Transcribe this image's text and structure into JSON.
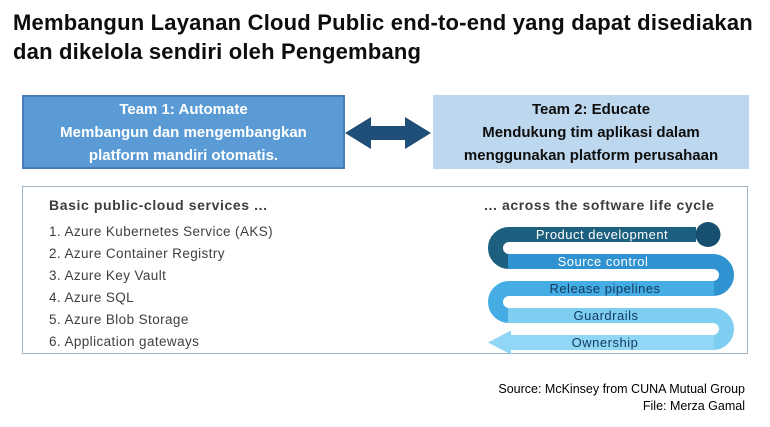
{
  "title": {
    "line1": "Membangun Layanan Cloud Public end-to-end yang dapat disediakan",
    "line2": "dan dikelola sendiri oleh Pengembang"
  },
  "teams": {
    "team1": {
      "heading": "Team 1: Automate",
      "body_line1": "Membangun dan mengembangkan",
      "body_line2": "platform mandiri otomatis."
    },
    "team2": {
      "heading": "Team 2: Educate",
      "body_line1": "Mendukung tim aplikasi dalam",
      "body_line2": "menggunakan platform perusahaan"
    }
  },
  "icons": {
    "team_link": "double-headed-arrow"
  },
  "panel": {
    "left_header": "Basic public-cloud services ...",
    "right_header": "... across the software life cycle",
    "services": [
      "1. Azure Kubernetes Service (AKS)",
      "2. Azure Container Registry",
      "3. Azure Key Vault",
      "4. Azure SQL",
      "5. Azure Blob Storage",
      "6. Application gateways"
    ]
  },
  "lifecycle": {
    "end_dot_color": "#17506F",
    "stages": [
      {
        "label": "Product development",
        "color": "#1C5F7F",
        "text_color": "#FFFFFF"
      },
      {
        "label": "Source control",
        "color": "#2E93D0",
        "text_color": "#FFFFFF"
      },
      {
        "label": "Release pipelines",
        "color": "#45ADE3",
        "text_color": "#12395E"
      },
      {
        "label": "Guardrails",
        "color": "#7DCEF0",
        "text_color": "#12395E"
      },
      {
        "label": "Ownership",
        "color": "#8FD7F4",
        "text_color": "#12395E"
      }
    ]
  },
  "footer": {
    "source": "Source: McKinsey from CUNA Mutual Group",
    "file": "File: Merza Gamal"
  },
  "colors": {
    "title_text": "#0D0D0D",
    "team1_fill": "#5B9BD5",
    "team1_border": "#4A7EBA",
    "team1_text": "#FFFFFF",
    "team2_fill": "#BDD7EE",
    "team2_text": "#0E0E0E",
    "arrow": "#1F4E79",
    "panel_border": "#9FB3C1",
    "header_text": "#3D3D3D",
    "list_text": "#3F3F3F"
  }
}
